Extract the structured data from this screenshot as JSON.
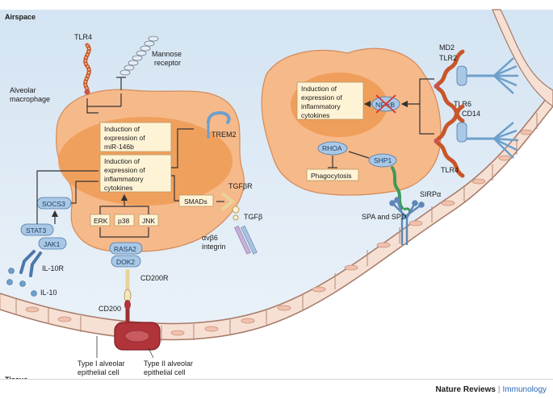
{
  "regions": {
    "airspace": "Airspace",
    "tissue": "Tissue"
  },
  "left_cell": {
    "label_line1": "Alveolar",
    "label_line2": "macrophage",
    "tlr4": "TLR4",
    "mannose_line1": "Mannose",
    "mannose_line2": "receptor",
    "trem2": "TREM2",
    "mir_box": [
      "Induction of",
      "expression of",
      "miR-146b"
    ],
    "cyto_box": [
      "Induction of",
      "expression of",
      "inflammatory",
      "cytokines"
    ],
    "smads": "SMADs",
    "tgfbr": "TGFβR",
    "tgfb": "TGFβ",
    "integrin_line1": "αvβ6",
    "integrin_line2": "integrin",
    "socs3": "SOCS3",
    "stat3": "STAT3",
    "jak1": "JAK1",
    "erk": "ERK",
    "p38": "p38",
    "jnk": "JNK",
    "rasa2": "RASA2",
    "dok2": "DOK2",
    "cd200r": "CD200R",
    "cd200": "CD200",
    "il10r": "IL-10R",
    "il10": "IL-10"
  },
  "right_cell": {
    "cyto_box": [
      "Induction of",
      "expression of",
      "inflammatory",
      "cytokines"
    ],
    "nfkb": "NF-κB",
    "md2": "MD2",
    "tlr2": "TLR2",
    "tlr6": "TLR6",
    "cd14": "CD14",
    "tlr4": "TLR4",
    "rhoa": "RHOA",
    "shp1": "SHP1",
    "phagocytosis": "Phagocytosis",
    "sirpa": "SIRPα",
    "spa_spd": "SPA and SPD"
  },
  "epithelium": {
    "type1_line1": "Type I alveolar",
    "type1_line2": "epithelial cell",
    "type2_line1": "Type II alveolar",
    "type2_line2": "epithelial cell"
  },
  "footer": {
    "brand_bold": "Nature Reviews",
    "separator": "|",
    "journal": "Immunology"
  },
  "colors": {
    "cell_fill": "#f6b98a",
    "nucleus_fill": "#ef9b55",
    "airspace_top": "#d9e7f3",
    "epithelium": "#f8e4d8",
    "receptor_blue": "#6d9fcc",
    "box_fill": "#fff3d6",
    "type2_cell": "#b0343a"
  }
}
